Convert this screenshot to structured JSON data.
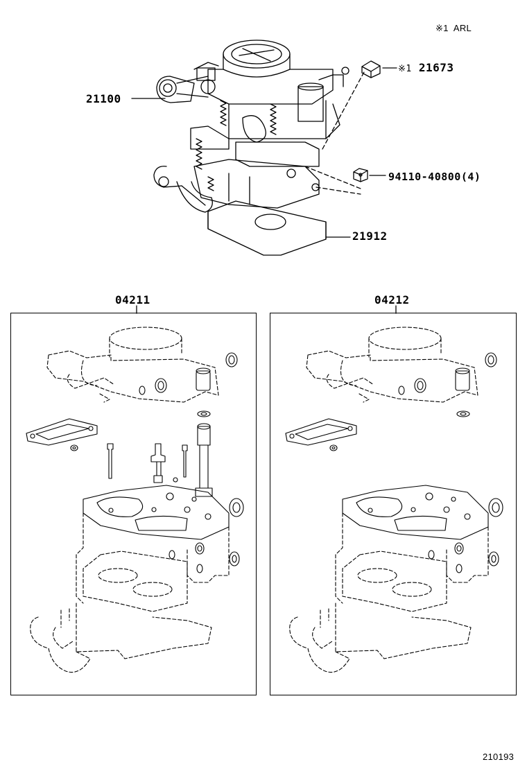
{
  "note": {
    "mark": "※1",
    "text": "ARL"
  },
  "parts": {
    "carburetor": "21100",
    "fuel_cut_part_mark": "※1",
    "fuel_cut_part": "21673",
    "nut": "94110-40800(4)",
    "insulator": "21912"
  },
  "kits": {
    "left_label": "04211",
    "right_label": "04212"
  },
  "footer": {
    "code": "210193"
  }
}
